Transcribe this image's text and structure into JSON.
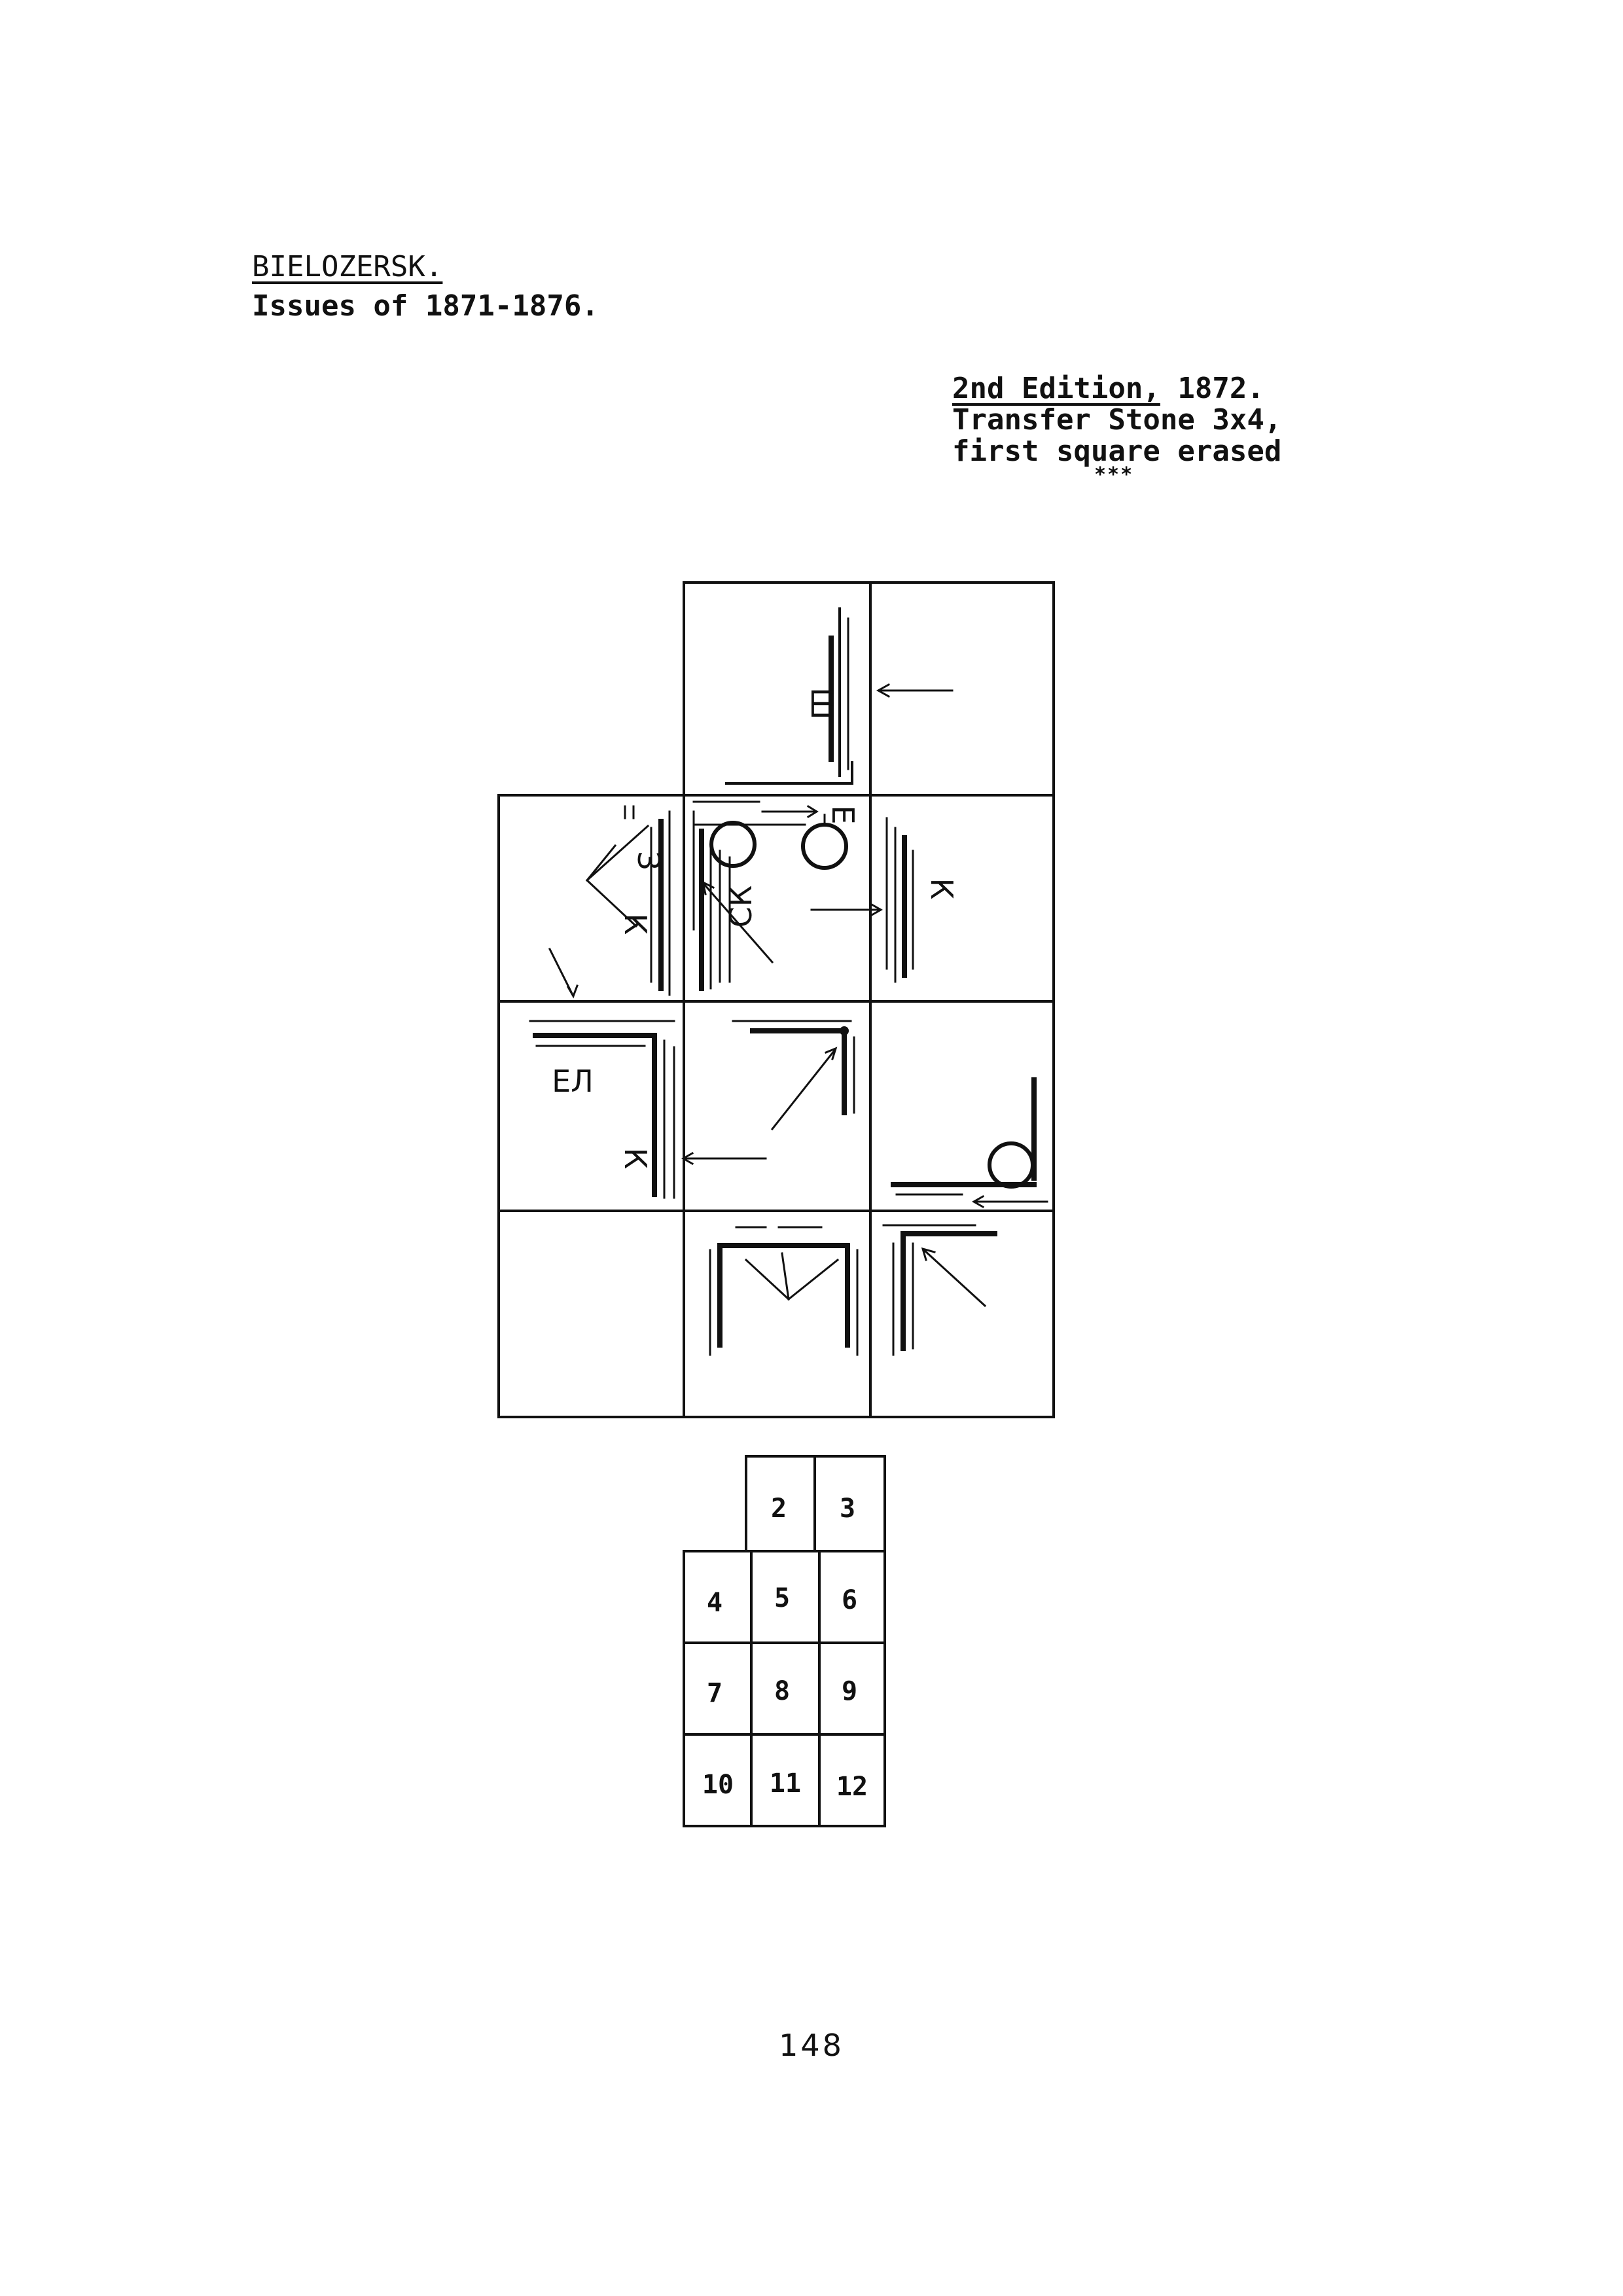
{
  "heading": {
    "title": "BIELOZERSK.",
    "subtitle": "Issues of 1871-1876."
  },
  "edition": {
    "title": "2nd Edition,",
    "year": "1872.",
    "line2": "Transfer Stone 3x4,",
    "line3": "first square erased",
    "stars": "***"
  },
  "diagram_letters": {
    "a": "Ш",
    "b": "З",
    "c": "К",
    "d": "СК",
    "e": "Е",
    "f": "К",
    "g": "ЕЛ",
    "h": "К"
  },
  "layout_grid": {
    "cells": [
      "2",
      "3",
      "4",
      "5",
      "6",
      "7",
      "8",
      "9",
      "10",
      "11",
      "12"
    ]
  },
  "footer": {
    "page_number": "148"
  },
  "colors": {
    "ink": "#111111",
    "paper": "#ffffff"
  }
}
